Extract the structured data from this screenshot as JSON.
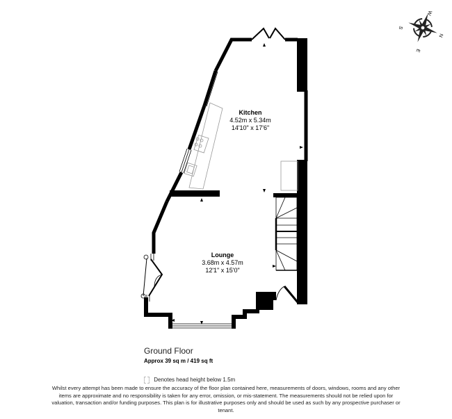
{
  "compass": {
    "icon": "compass-rose-icon",
    "labels": {
      "n": "N",
      "s": "S",
      "e": "E",
      "w": "W"
    }
  },
  "rooms": [
    {
      "name": "Kitchen",
      "metric": "4.52m x 5.34m",
      "imperial": "14'10\" x 17'6\""
    },
    {
      "name": "Lounge",
      "metric": "3.68m x 4.57m",
      "imperial": "12'1\" x 15'0\""
    }
  ],
  "floor": {
    "title": "Ground Floor",
    "area": "Approx 39 sq m / 419 sq ft"
  },
  "legend": {
    "text": "Denotes head height below 1.5m"
  },
  "disclaimer": "Whilst every attempt has been made to ensure the accuracy of the floor plan contained here, measurements of doors, windows, rooms and any other items are approximate and no responsibility is taken for any error, omission, or mis-statement. The measurements should not be relied upon for valuation, transaction and/or funding purposes. This plan is for illustrative purposes only and should be used as such by any prospective purchaser or tenant.",
  "colors": {
    "wall": "#000000",
    "fixture": "#999999",
    "background": "#ffffff"
  }
}
